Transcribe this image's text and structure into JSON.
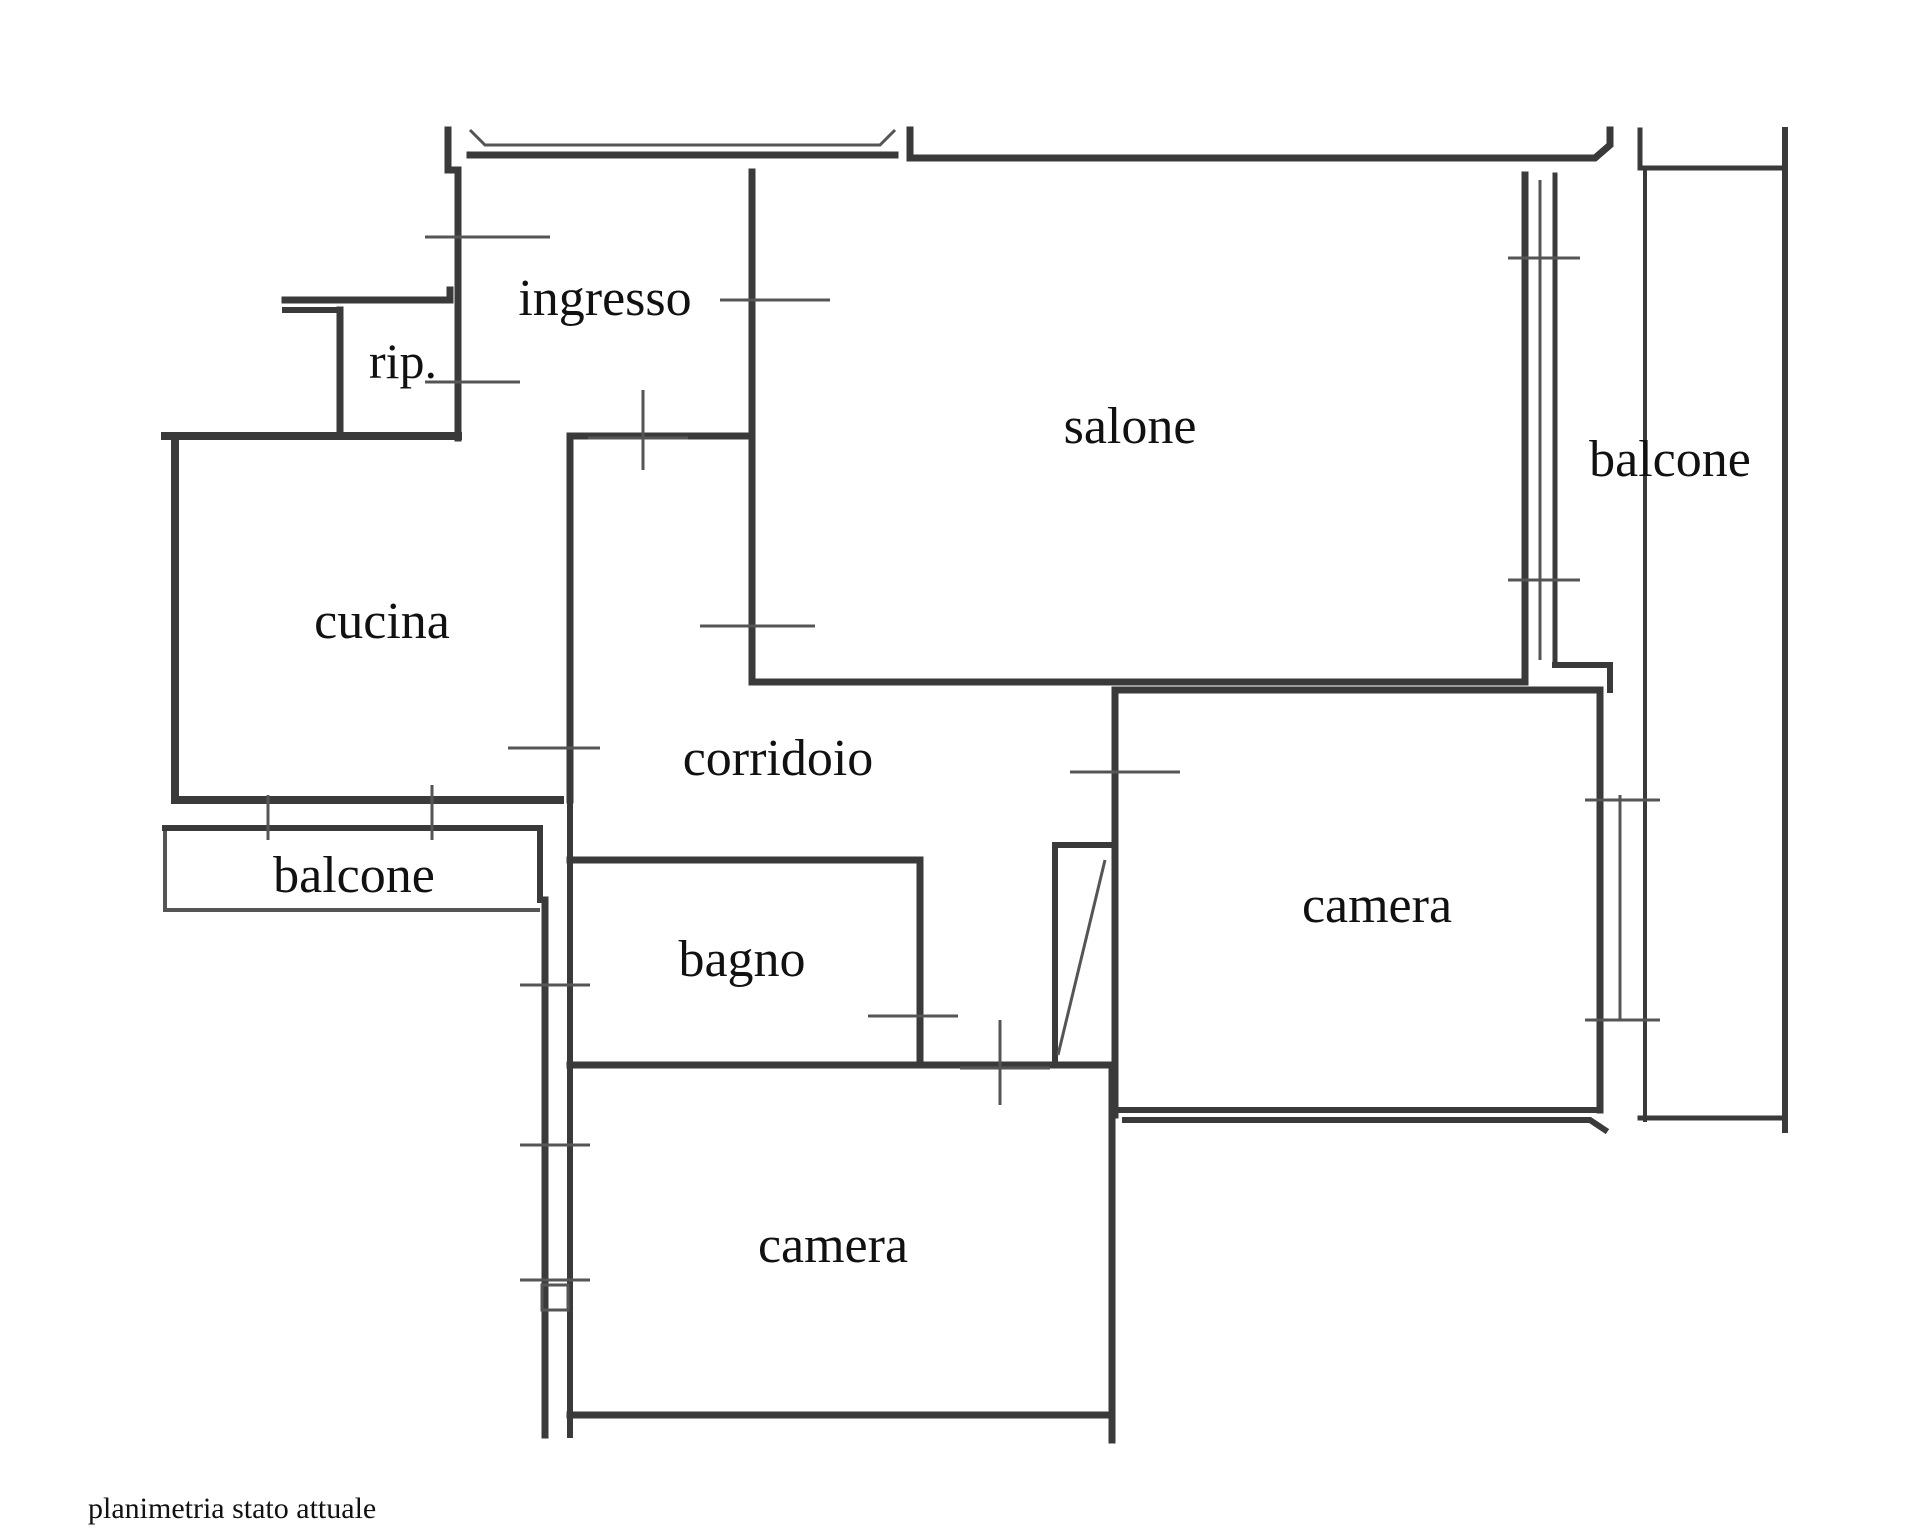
{
  "rooms": {
    "ingresso": "ingresso",
    "rip": "rip.",
    "salone": "salone",
    "balcone_right": "balcone",
    "cucina": "cucina",
    "corridoio": "corridoio",
    "balcone_left": "balcone",
    "bagno": "bagno",
    "camera_right": "camera",
    "camera_bottom": "camera"
  },
  "caption": "planimetria stato attuale",
  "colors": {
    "wall": "#3a3a3a",
    "text": "#111111",
    "background": "#ffffff"
  }
}
